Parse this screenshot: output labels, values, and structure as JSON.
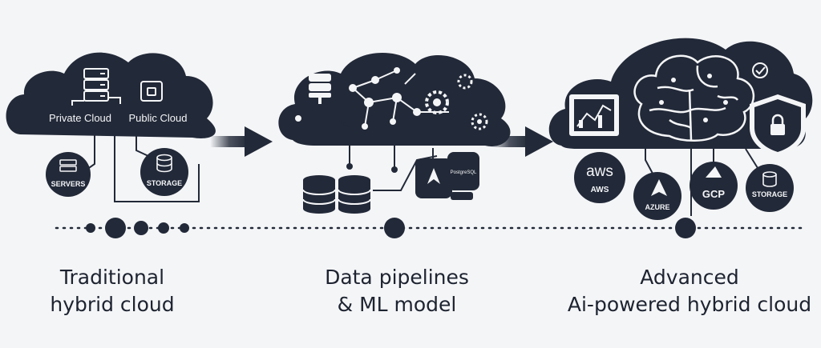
{
  "colors": {
    "ink": "#222938",
    "background": "#f4f5f7",
    "accent": "#1d2330"
  },
  "stages": [
    {
      "cloud_labels": {
        "private": "Private Cloud",
        "public": "Public Cloud"
      },
      "nodes": {
        "servers": "SERVERS",
        "storage": "STORAGE"
      },
      "caption": [
        "Traditional",
        "hybrid cloud"
      ]
    },
    {
      "nodes": {
        "postgresql": "PostgreSQL"
      },
      "caption": [
        "Data pipelines",
        "& ML model"
      ]
    },
    {
      "nodes": {
        "aws_logo": "aws",
        "aws": "AWS",
        "azure": "AZURE",
        "gcp": "GCP",
        "storage": "STORAGE"
      },
      "caption": [
        "Advanced",
        "Ai-powered hybrid cloud"
      ]
    }
  ],
  "icons": [
    "server-stack-icon",
    "lock-icon",
    "database-icon",
    "gear-icon",
    "brain-icon",
    "chart-icon",
    "shield-lock-icon",
    "arrow-right-icon"
  ]
}
